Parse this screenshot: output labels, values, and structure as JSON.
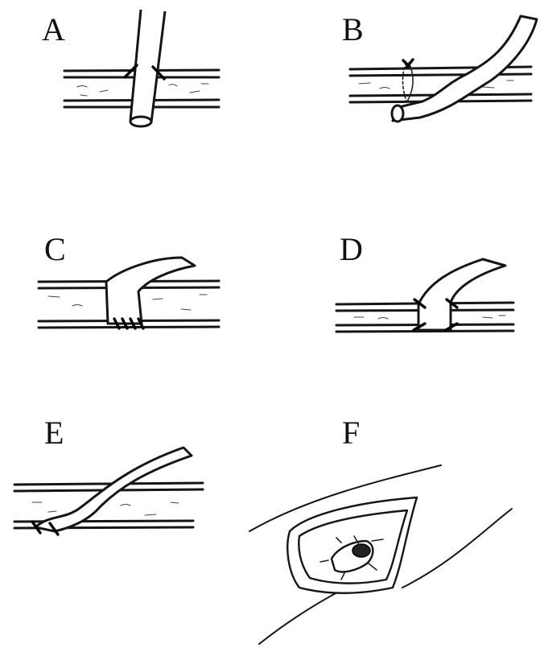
{
  "panels": [
    {
      "id": "a",
      "label": "A"
    },
    {
      "id": "b",
      "label": "B"
    },
    {
      "id": "c",
      "label": "C"
    },
    {
      "id": "d",
      "label": "D"
    },
    {
      "id": "e",
      "label": "E"
    },
    {
      "id": "f",
      "label": "F"
    }
  ]
}
